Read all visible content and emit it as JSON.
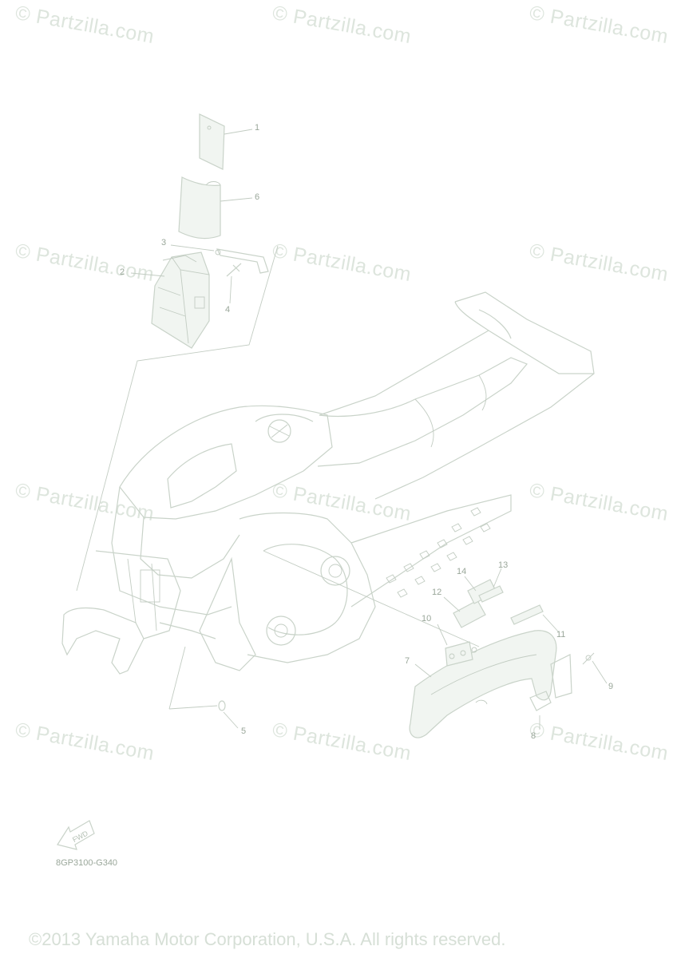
{
  "watermark_text": "© Partzilla.com",
  "callouts": {
    "c1": "1",
    "c2": "2",
    "c3": "3",
    "c4": "4",
    "c5": "5",
    "c6": "6",
    "c7": "7",
    "c8": "8",
    "c9": "9",
    "c10": "10",
    "c11": "11",
    "c12": "12",
    "c13": "13",
    "c14": "14"
  },
  "fwd_label": "FWD",
  "diagram_code": "8GP3100-G340",
  "copyright": "©2013 Yamaha Motor Corporation, U.S.A. All rights reserved.",
  "colors": {
    "line": "#c9d3c9",
    "label": "#9aa79a",
    "watermark": "#dde5dd"
  }
}
